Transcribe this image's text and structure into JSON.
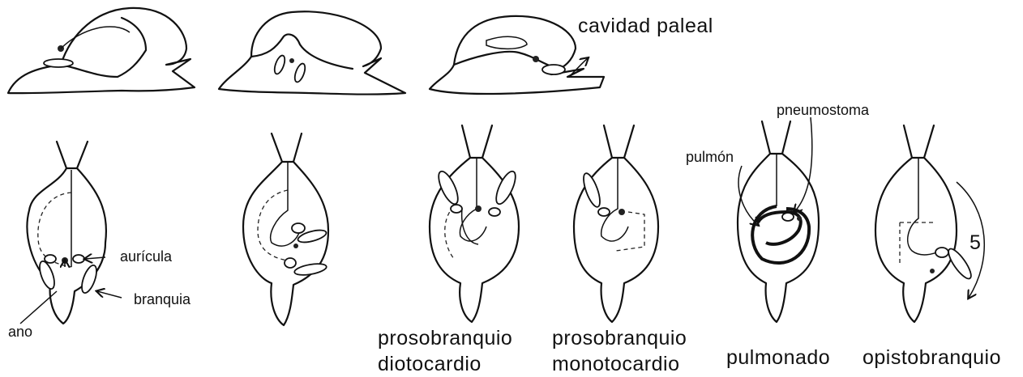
{
  "labels": {
    "cavidad_paleal": "cavidad paleal",
    "auricula": "aurícula",
    "branquia": "branquia",
    "ano": "ano",
    "pneumostoma": "pneumostoma",
    "pulmon": "pulmón",
    "numero": "5"
  },
  "captions": {
    "prosobranquio_diotocardio": [
      "prosobranquio",
      "diotocardio"
    ],
    "prosobranquio_monotocardio": [
      "prosobranquio",
      "monotocardio"
    ],
    "pulmonado": "pulmonado",
    "opistobranquio": "opistobranquio"
  }
}
